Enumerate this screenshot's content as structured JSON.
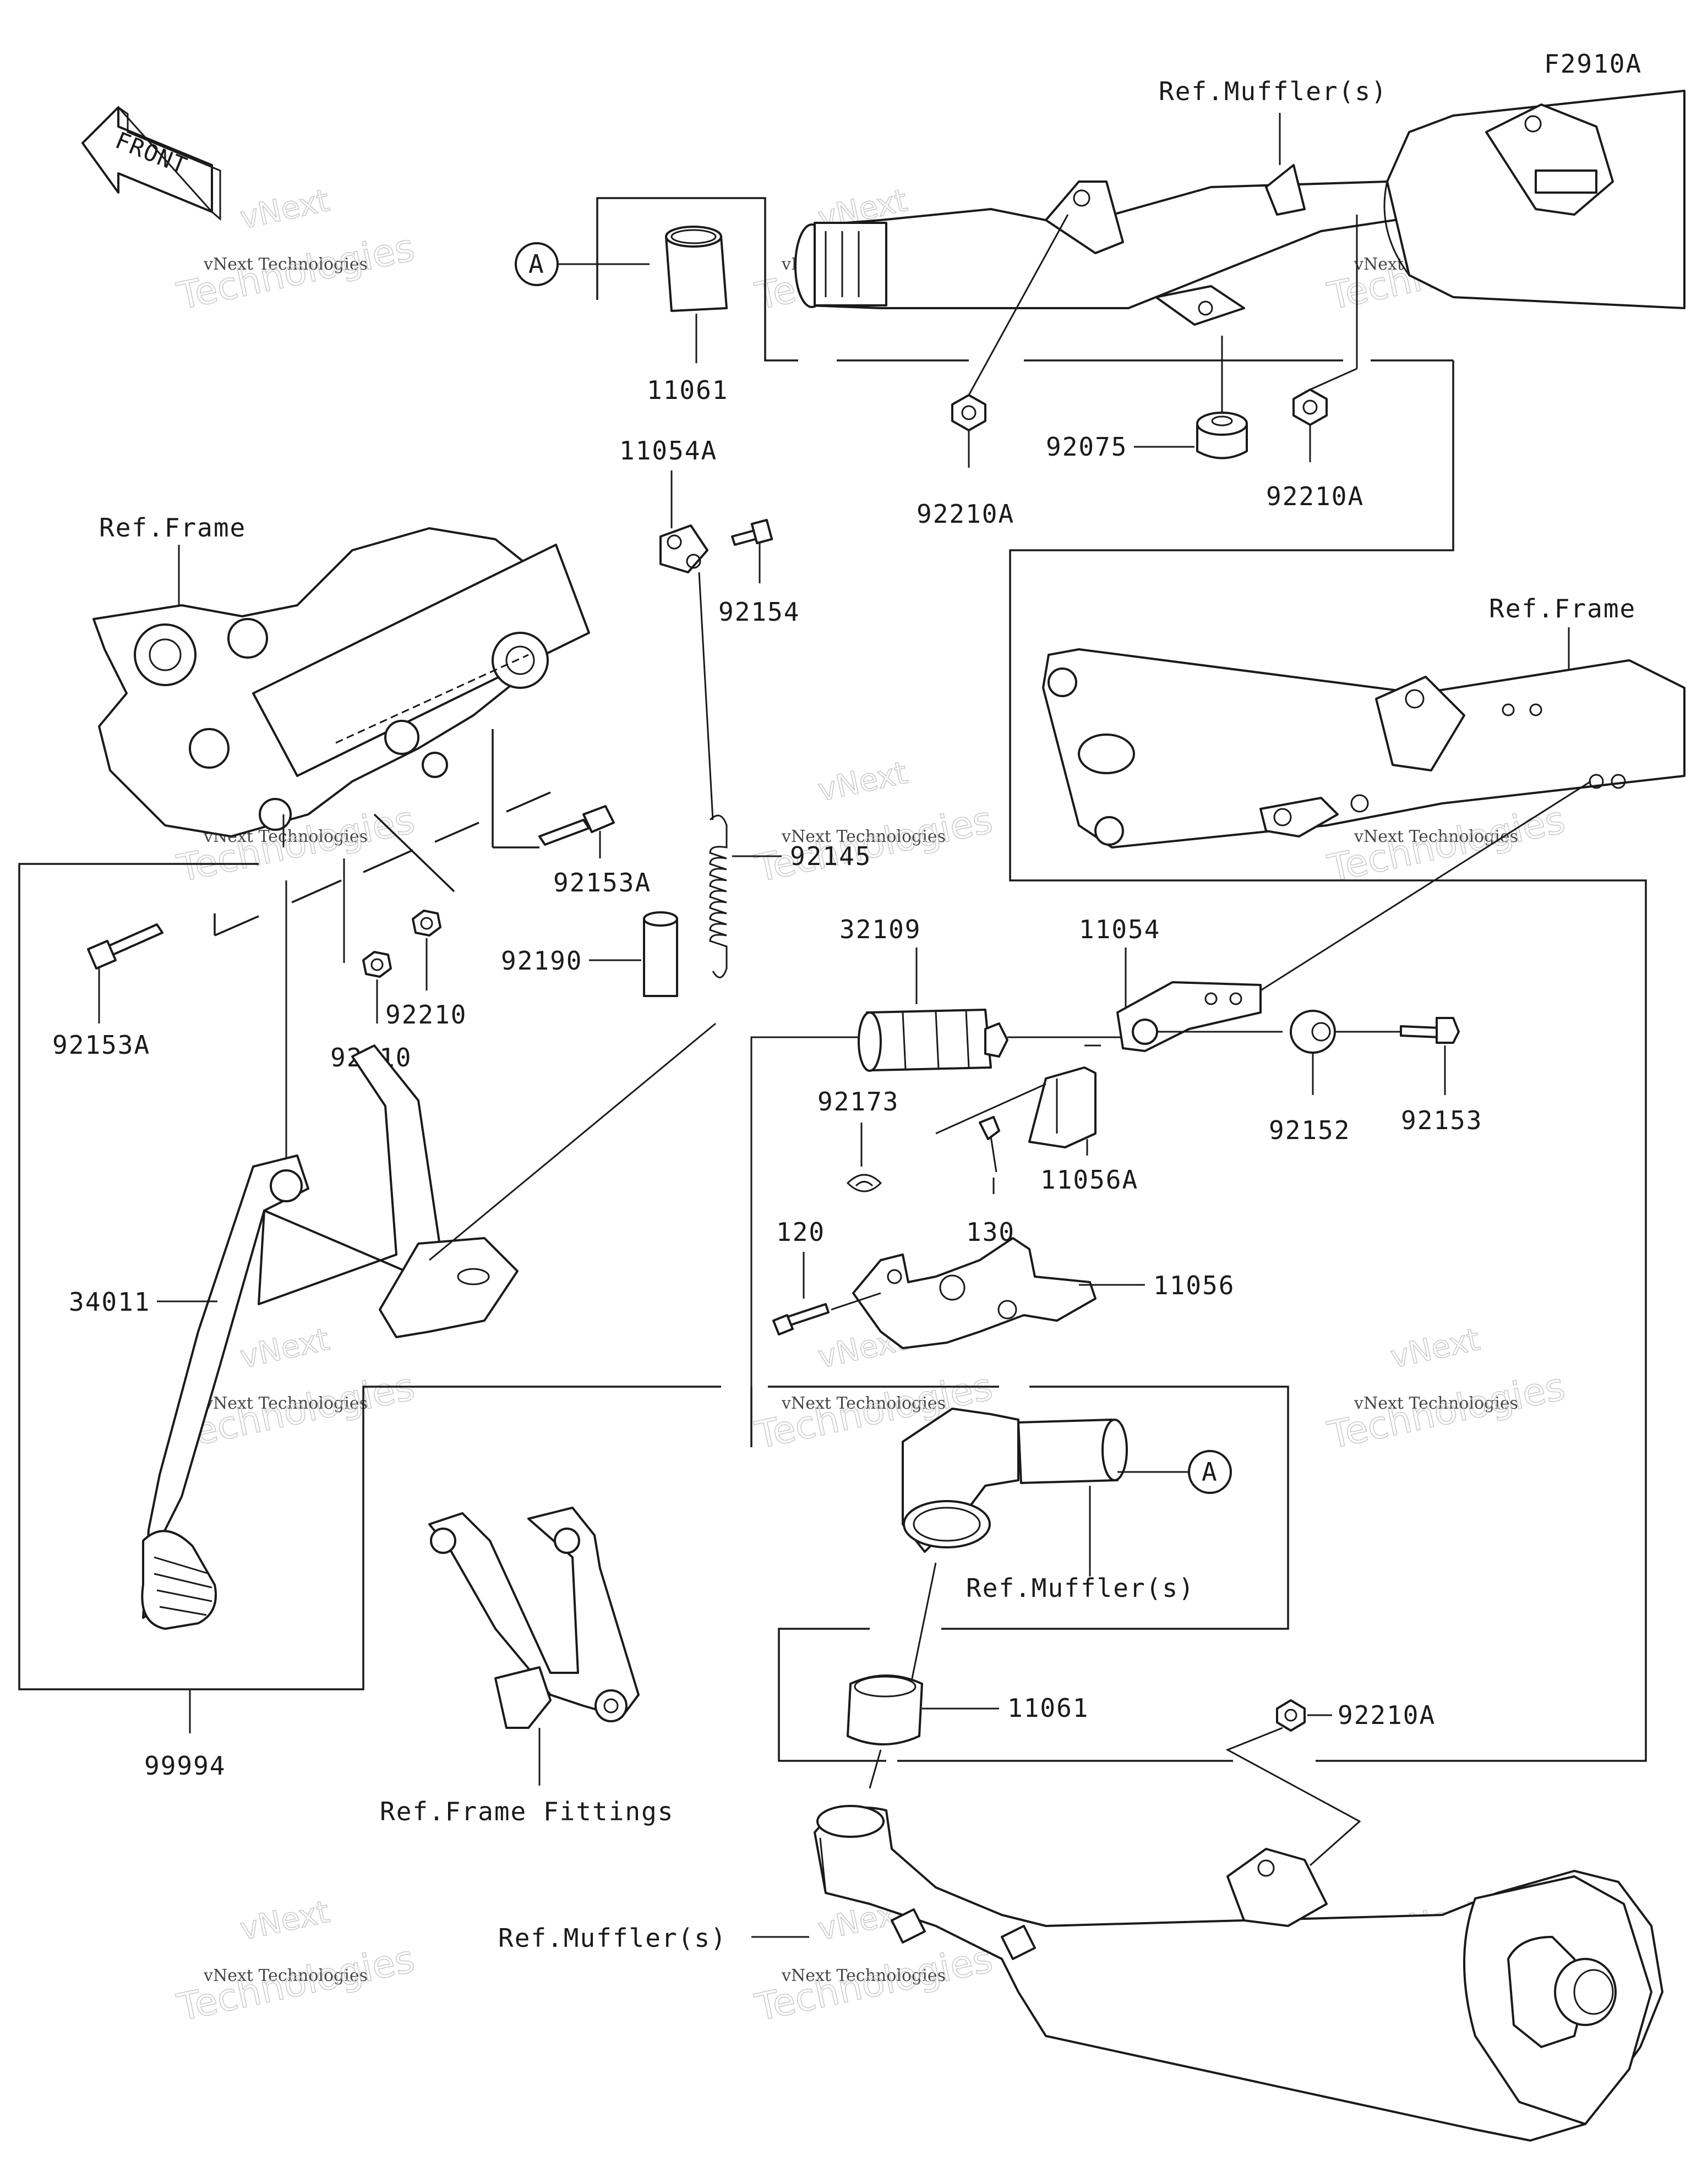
{
  "figure_code": "F2910A",
  "front_arrow": {
    "text": "FRONT",
    "icon": "front-arrow-icon"
  },
  "callouts": [
    {
      "id": "callout-a-top",
      "letter": "A"
    },
    {
      "id": "callout-a-bottom",
      "letter": "A"
    }
  ],
  "reference_labels": {
    "muffler_top": "Ref.Muffler(s)",
    "muffler_mid": "Ref.Muffler(s)",
    "muffler_bottom": "Ref.Muffler(s)",
    "frame_left": "Ref.Frame",
    "frame_right": "Ref.Frame",
    "frame_fittings": "Ref.Frame Fittings"
  },
  "part_numbers": {
    "p11061_top": "11061",
    "p11054A": "11054A",
    "p92154": "92154",
    "p92210A_left": "92210A",
    "p92075": "92075",
    "p92210A_right": "92210A",
    "p92153A_mid": "92153A",
    "p92145": "92145",
    "p92190": "92190",
    "p92210_right": "92210",
    "p92153A_left": "92153A",
    "p92210_left": "92210",
    "p32109": "32109",
    "p11054": "11054",
    "p92152": "92152",
    "p92153": "92153",
    "p92173": "92173",
    "p11056A": "11056A",
    "p120": "120",
    "p130": "130",
    "p11056": "11056",
    "p34011": "34011",
    "p11061_bottom": "11061",
    "p92210A_bottom": "92210A",
    "p99994": "99994"
  },
  "watermark": {
    "brand": "vNext",
    "small_text": "vNext Technologies",
    "large_text": "Technologies"
  }
}
